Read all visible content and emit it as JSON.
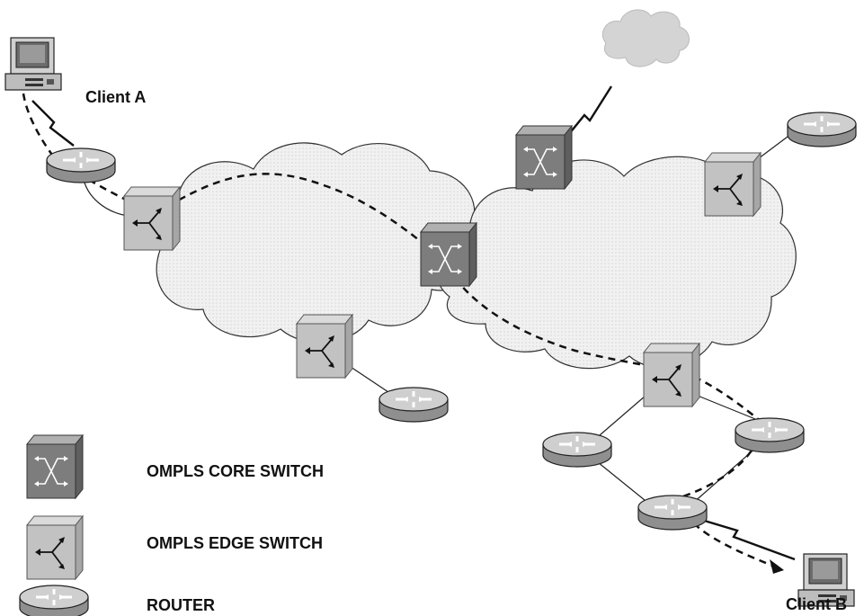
{
  "labels": {
    "client_a": "Client A",
    "client_b": "Client B"
  },
  "legend": {
    "core_switch": "OMPLS CORE SWITCH",
    "edge_switch": "OMPLS EDGE SWITCH",
    "router": "ROUTER"
  },
  "colors": {
    "core_switch_front": "#7a7a7a",
    "edge_switch_front": "#bdbdbd",
    "router_body": "#c4c4c4",
    "cloud_fill": "#efefef",
    "path_line": "#111111"
  }
}
